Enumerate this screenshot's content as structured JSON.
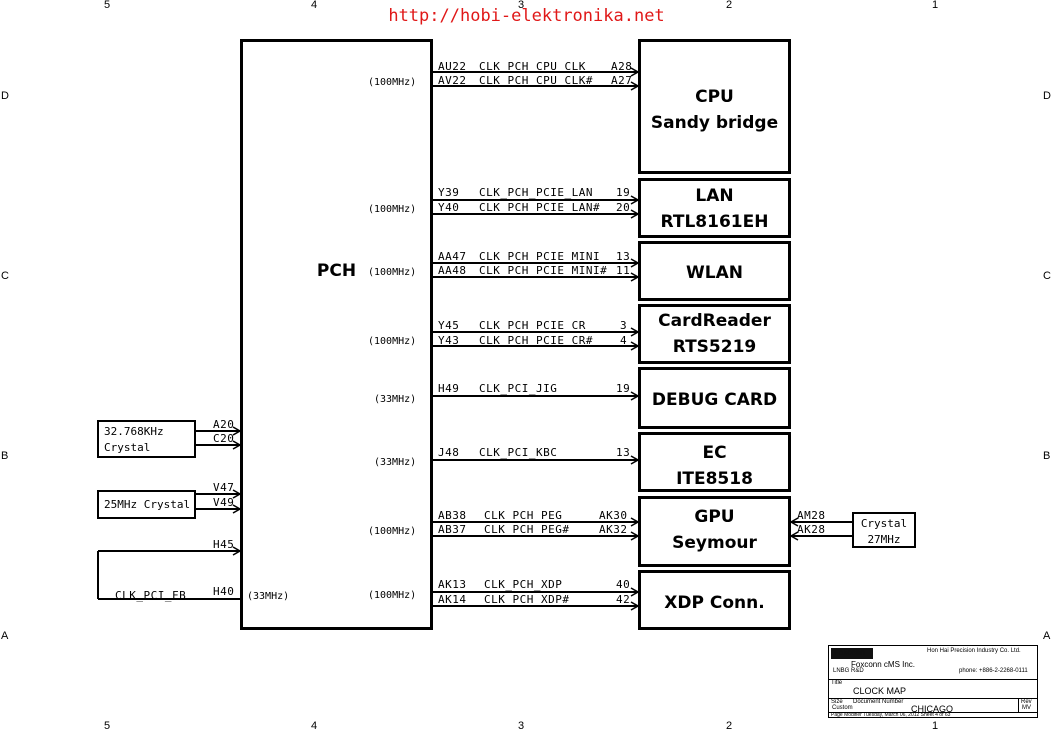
{
  "url": "http://hobi-elektronika.net",
  "grid": {
    "columns_top": [
      "5",
      "4",
      "3",
      "2",
      "1"
    ],
    "columns_bottom": [
      "5",
      "4",
      "3",
      "2",
      "1"
    ],
    "rows_left": [
      "D",
      "C",
      "B",
      "A"
    ],
    "rows_right": [
      "D",
      "C",
      "B",
      "A"
    ]
  },
  "pch": {
    "label": "PCH"
  },
  "blocks": [
    {
      "id": "cpu",
      "line1": "CPU",
      "line2": "Sandy bridge"
    },
    {
      "id": "lan",
      "line1": "LAN",
      "line2": "RTL8161EH"
    },
    {
      "id": "wlan",
      "line1": "WLAN",
      "line2": ""
    },
    {
      "id": "cardreader",
      "line1": "CardReader",
      "line2": "RTS5219"
    },
    {
      "id": "debug",
      "line1": "DEBUG CARD",
      "line2": ""
    },
    {
      "id": "ec",
      "line1": "EC",
      "line2": "ITE8518"
    },
    {
      "id": "gpu",
      "line1": "GPU",
      "line2": "Seymour"
    },
    {
      "id": "xdp",
      "line1": "XDP Conn.",
      "line2": ""
    }
  ],
  "clocks": [
    {
      "freq": "(100MHz)",
      "pin_a": "AU22",
      "net_a": "CLK_PCH_CPU_CLK",
      "dst_a": "A28",
      "pin_b": "AV22",
      "net_b": "CLK_PCH_CPU_CLK#",
      "dst_b": "A27"
    },
    {
      "freq": "(100MHz)",
      "pin_a": "Y39",
      "net_a": "CLK_PCH_PCIE_LAN",
      "dst_a": "19",
      "pin_b": "Y40",
      "net_b": "CLK_PCH_PCIE_LAN#",
      "dst_b": "20"
    },
    {
      "freq": "(100MHz)",
      "pin_a": "AA47",
      "net_a": "CLK_PCH_PCIE_MINI",
      "dst_a": "13",
      "pin_b": "AA48",
      "net_b": "CLK_PCH_PCIE_MINI#",
      "dst_b": "11"
    },
    {
      "freq": "(100MHz)",
      "pin_a": "Y45",
      "net_a": "CLK_PCH_PCIE_CR",
      "dst_a": "3",
      "pin_b": "Y43",
      "net_b": "CLK_PCH_PCIE_CR#",
      "dst_b": "4"
    },
    {
      "freq": "(33MHz)",
      "pin_a": "H49",
      "net_a": "CLK_PCI_JIG",
      "dst_a": "19",
      "pin_b": "",
      "net_b": "",
      "dst_b": ""
    },
    {
      "freq": "(33MHz)",
      "pin_a": "J48",
      "net_a": "CLK_PCI_KBC",
      "dst_a": "13",
      "pin_b": "",
      "net_b": "",
      "dst_b": ""
    },
    {
      "freq": "(100MHz)",
      "pin_a": "AB38",
      "net_a": "CLK_PCH_PEG",
      "dst_a": "AK30",
      "pin_b": "AB37",
      "net_b": "CLK_PCH_PEG#",
      "dst_b": "AK32"
    },
    {
      "freq": "(100MHz)",
      "pin_a": "AK13",
      "net_a": "CLK_PCH_XDP",
      "dst_a": "40",
      "pin_b": "AK14",
      "net_b": "CLK_PCH_XDP#",
      "dst_b": "42"
    }
  ],
  "left_inputs": {
    "crystal_32k": {
      "line1": "32.768KHz",
      "line2": "Crystal",
      "pin_a": "A20",
      "pin_b": "C20"
    },
    "crystal_25m": {
      "line1": "25MHz Crystal",
      "pin_a": "V47",
      "pin_b": "V49"
    },
    "loop": {
      "pin_a": "H45",
      "pin_b": "H40",
      "net": "CLK_PCI_FB",
      "freq": "(33MHz)"
    }
  },
  "gpu_crystal": {
    "line1": "Crystal",
    "line2": "27MHz",
    "pin_a": "AM28",
    "pin_b": "AK28"
  },
  "title_block": {
    "company": "Hon Hai Precision Industry Co. Ltd.",
    "logo": "Foxconn",
    "sub": "Foxconn cMS Inc.",
    "dept": "LNBG R&D",
    "phone": "phone: +886-2-2268-0111",
    "title_label": "Title",
    "title": "CLOCK MAP",
    "size_label": "Size",
    "doc_label": "Document Number",
    "size": "Custom",
    "project": "CHICAGO",
    "rev_label": "Rev",
    "rev": "MV",
    "footer": "Page Modifier   Tuesday, March 06, 2012     Sheet   4   of   63"
  },
  "colors": {
    "url": "#e01818",
    "line": "#000000",
    "background": "#ffffff"
  }
}
